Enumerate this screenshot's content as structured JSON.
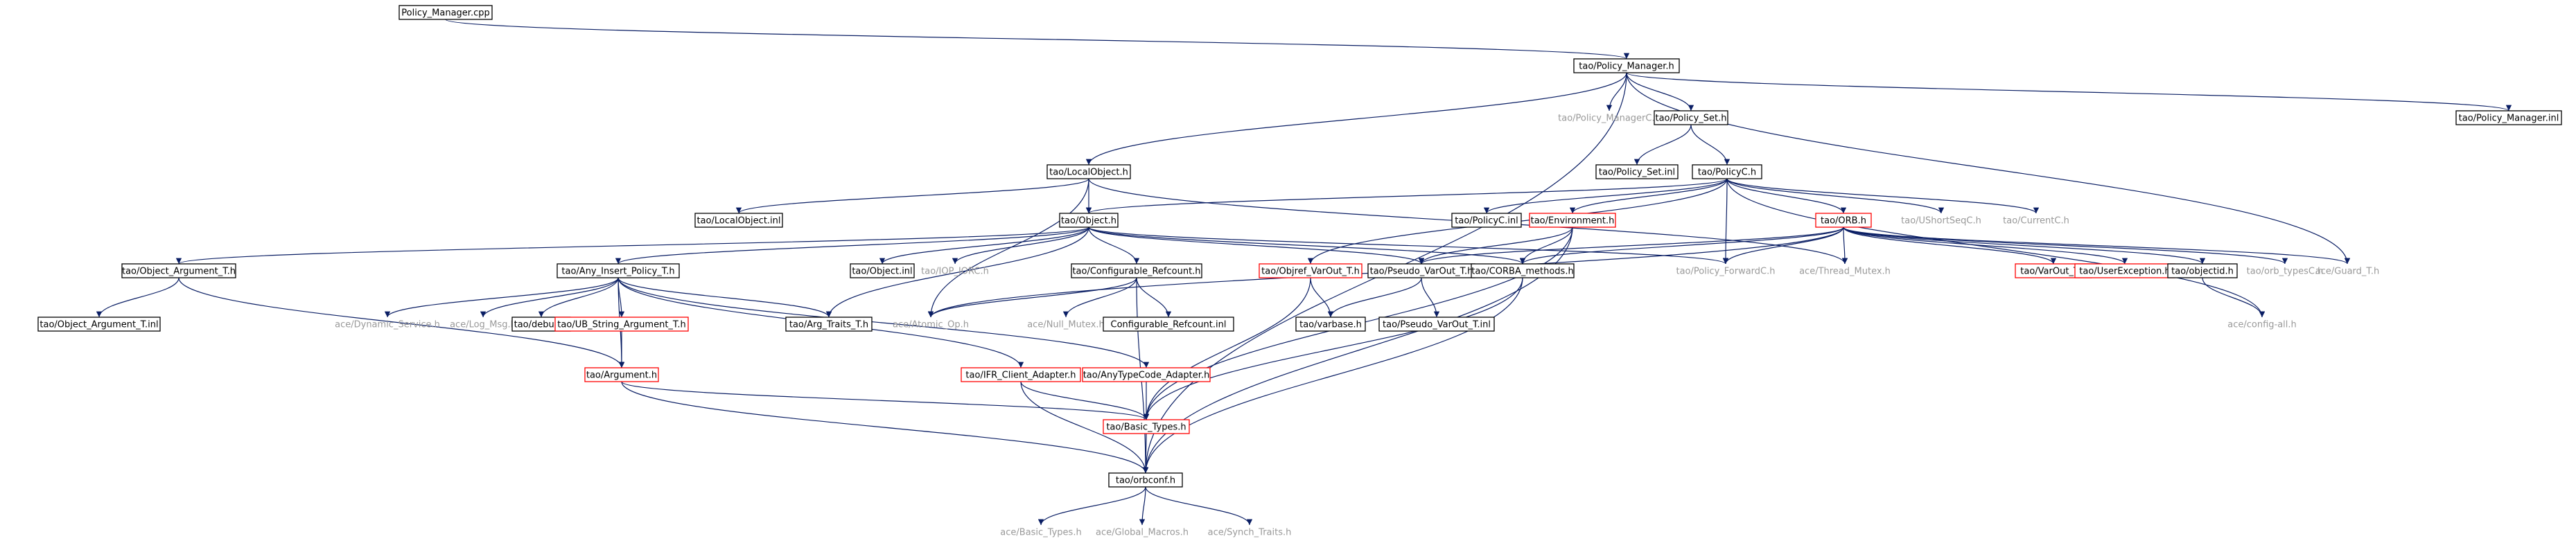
{
  "diagram": {
    "colors": {
      "edge": "#0a1e64",
      "box_black": "#000000",
      "box_red": "#ff0000",
      "root_fill": "#bfbfbf",
      "gray_text": "#999999"
    },
    "nodes": {
      "policy_manager_cpp": "Policy_Manager.cpp",
      "policy_manager_h": "tao/Policy_Manager.h",
      "policy_managerc_h": "tao/Policy_ManagerC.h",
      "policy_set_h": "tao/Policy_Set.h",
      "policy_manager_inl": "tao/Policy_Manager.inl",
      "localobject_h": "tao/LocalObject.h",
      "policy_set_inl": "tao/Policy_Set.inl",
      "policyc_h": "tao/PolicyC.h",
      "localobject_inl": "tao/LocalObject.inl",
      "object_h": "tao/Object.h",
      "policyc_inl": "tao/PolicyC.inl",
      "environment_h": "tao/Environment.h",
      "orb_h": "tao/ORB.h",
      "ushortseqc_h": "tao/UShortSeqC.h",
      "currentc_h": "tao/CurrentC.h",
      "object_argument_t_h": "tao/Object_Argument_T.h",
      "any_insert_policy_t_h": "tao/Any_Insert_Policy_T.h",
      "object_inl": "tao/Object.inl",
      "iop_iorc_h": "tao/IOP_IORC.h",
      "configurable_refcount_h": "tao/Configurable_Refcount.h",
      "objref_varout_t_h": "tao/Objref_VarOut_T.h",
      "pseudo_varout_t_h": "tao/Pseudo_VarOut_T.h",
      "corba_methods_h": "tao/CORBA_methods.h",
      "policy_forwardc_h": "tao/Policy_ForwardC.h",
      "thread_mutex_h": "ace/Thread_Mutex.h",
      "varout_t_h": "tao/VarOut_T.h",
      "userexception_h": "tao/UserException.h",
      "objectid_h": "tao/objectid.h",
      "orb_typesc_h": "tao/orb_typesC.h",
      "guard_t_h": "ace/Guard_T.h",
      "object_argument_t_inl": "tao/Object_Argument_T.inl",
      "dynamic_service_h": "ace/Dynamic_Service.h",
      "log_msg_h": "ace/Log_Msg.h",
      "debug_h": "tao/debug.h",
      "ub_string_argument_t_h": "tao/UB_String_Argument_T.h",
      "arg_traits_t_h": "tao/Arg_Traits_T.h",
      "atomic_op_h": "ace/Atomic_Op.h",
      "null_mutex_h": "ace/Null_Mutex.h",
      "configurable_refcount_inl": "Configurable_Refcount.inl",
      "varbase_h": "tao/varbase.h",
      "pseudo_varout_t_inl": "tao/Pseudo_VarOut_T.inl",
      "config_all_h": "ace/config-all.h",
      "argument_h": "tao/Argument.h",
      "ifr_client_adapter_h": "tao/IFR_Client_Adapter.h",
      "anytypecode_adapter_h": "tao/AnyTypeCode_Adapter.h",
      "basic_types_h_tao": "tao/Basic_Types.h",
      "orbconf_h": "tao/orbconf.h",
      "basic_types_h_ace": "ace/Basic_Types.h",
      "global_macros_h": "ace/Global_Macros.h",
      "synch_traits_h": "ace/Synch_Traits.h"
    }
  }
}
